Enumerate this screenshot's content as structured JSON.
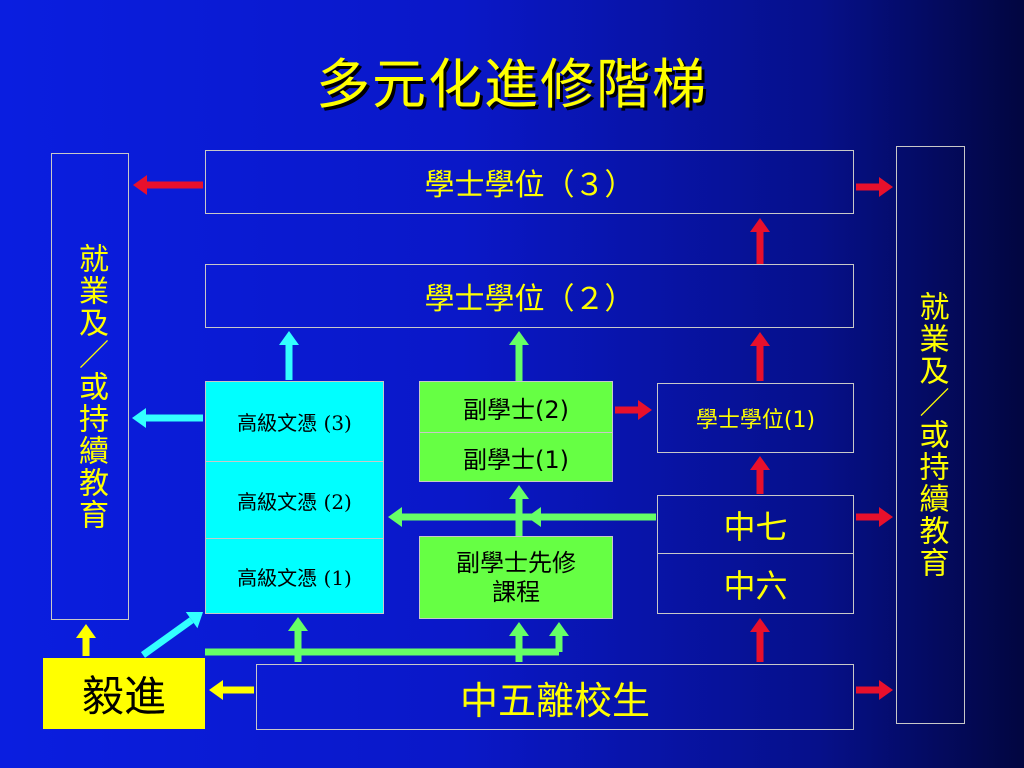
{
  "title": "多元化進修階梯",
  "boxes": {
    "degree3": "學士學位（３）",
    "degree2": "學士學位（２）",
    "degree1": "學士學位(1)",
    "left_side": "就業及／或持續教育",
    "right_side": "就業及／或持續教育",
    "hd3": "高級文憑 (3)",
    "hd2": "高級文憑 (2)",
    "hd1": "高級文憑 (1)",
    "ad2": "副學士(2)",
    "ad1": "副學士(1)",
    "pre_ad_line1": "副學士先修",
    "pre_ad_line2": "課程",
    "s7": "中七",
    "s6": "中六",
    "yijin": "毅進",
    "s5_leavers": "中五離校生"
  },
  "colors": {
    "background": "#0a18c8",
    "text_yellow": "#ffff00",
    "arrow_red": "#e8102c",
    "arrow_cyan": "#33ffff",
    "arrow_green": "#66ff66",
    "arrow_yellow": "#ffff00",
    "hd_fill": "#00ffff",
    "ad_fill": "#66ff44"
  }
}
